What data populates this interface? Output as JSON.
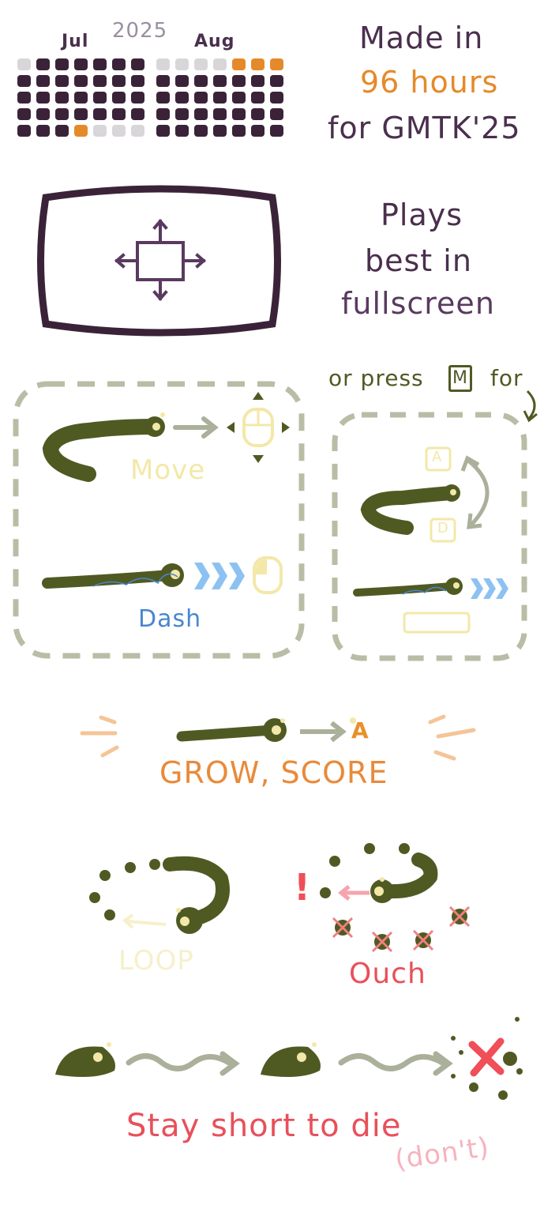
{
  "calendar": {
    "year": "2025",
    "month_left": "Jul",
    "month_right": "Aug",
    "colors": {
      "filled": "#3a2338",
      "empty": "#d9d6da",
      "highlight": "#e58a2a"
    },
    "rows": [
      [
        "e",
        "f",
        "f",
        "f",
        "f",
        "f",
        "f",
        "e",
        "e",
        "e",
        "e",
        "h",
        "h",
        "h"
      ],
      [
        "f",
        "f",
        "f",
        "f",
        "f",
        "f",
        "f",
        "f",
        "f",
        "f",
        "f",
        "f",
        "f",
        "f"
      ],
      [
        "f",
        "f",
        "f",
        "f",
        "f",
        "f",
        "f",
        "f",
        "f",
        "f",
        "f",
        "f",
        "f",
        "f"
      ],
      [
        "f",
        "f",
        "f",
        "f",
        "f",
        "f",
        "f",
        "f",
        "f",
        "f",
        "f",
        "f",
        "f",
        "f"
      ],
      [
        "f",
        "f",
        "f",
        "h",
        "e",
        "e",
        "e",
        "f",
        "f",
        "f",
        "f",
        "f",
        "f",
        "f"
      ]
    ]
  },
  "made_in": {
    "line1": "Made in",
    "line2": "96 hours",
    "line3": "for GMTK'25"
  },
  "fullscreen": {
    "line1": "Plays",
    "line2": "best in",
    "line3": "fullscreen",
    "icon": "fullscreen-arrows-icon"
  },
  "controls": {
    "mouse": {
      "move_label": "Move",
      "dash_label": "Dash"
    },
    "keyboard": {
      "toggle_prefix": "or press",
      "toggle_key": "M",
      "toggle_suffix": "for",
      "key_a": "A",
      "key_d": "D"
    }
  },
  "grow": {
    "label": "GROW, SCORE",
    "pickup_letter": "A"
  },
  "loop": {
    "label": "LOOP",
    "exclaim": "!",
    "ouch_label": "Ouch"
  },
  "stay_short": {
    "label": "Stay short to die",
    "aside": "(don't)"
  },
  "colors": {
    "snake": "#4f5a23",
    "eye": "#f3e8a8",
    "arrow_gray": "#aab09a",
    "dash_blue": "#8cc2f2",
    "frame": "#3a2338",
    "cream": "#f3e8a8",
    "red": "#f04e58",
    "peach": "#f5c497"
  }
}
